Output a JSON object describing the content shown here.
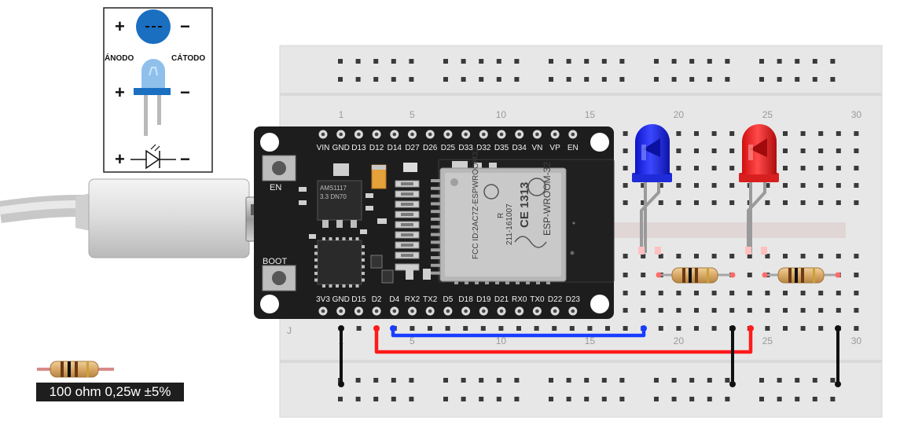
{
  "legend": {
    "plus": "+",
    "minus": "−",
    "anode": "ÁNODO",
    "cathode": "CÁTODO"
  },
  "breadboard": {
    "column_numbers": [
      "1",
      "5",
      "10",
      "15",
      "20",
      "25",
      "30"
    ],
    "row_letter": "J"
  },
  "esp32": {
    "top_pins": [
      "VIN",
      "GND",
      "D13",
      "D12",
      "D14",
      "D27",
      "D26",
      "D25",
      "D33",
      "D32",
      "D35",
      "D34",
      "VN",
      "VP",
      "EN"
    ],
    "bottom_pins": [
      "3V3",
      "GND",
      "D15",
      "D2",
      "D4",
      "RX2",
      "TX2",
      "D5",
      "D18",
      "D19",
      "D21",
      "RX0",
      "TX0",
      "D22",
      "D23"
    ],
    "en_label": "EN",
    "boot_label": "BOOT",
    "regulator_label_1": "AMS1117",
    "regulator_label_2": "3.3 DN70",
    "module_line_1": "ESP-WROOM-32",
    "module_line_2": "FCC ID:2AC7Z-ESPWROOM32",
    "module_line_3": "211-161007",
    "ce_mark": "CE 1313",
    "r_mark": "R"
  },
  "resistor_caption": "100 ohm 0,25w ±5%",
  "colors": {
    "board": "#1d1d1d",
    "breadboard": "#e6e6e6",
    "wire_blue": "#1a3cff",
    "wire_red": "#ff1a1a",
    "wire_black": "#111111",
    "led_blue": "#1f2bff",
    "led_red": "#ff2a2a",
    "legend_blue": "#1a6fc1"
  }
}
